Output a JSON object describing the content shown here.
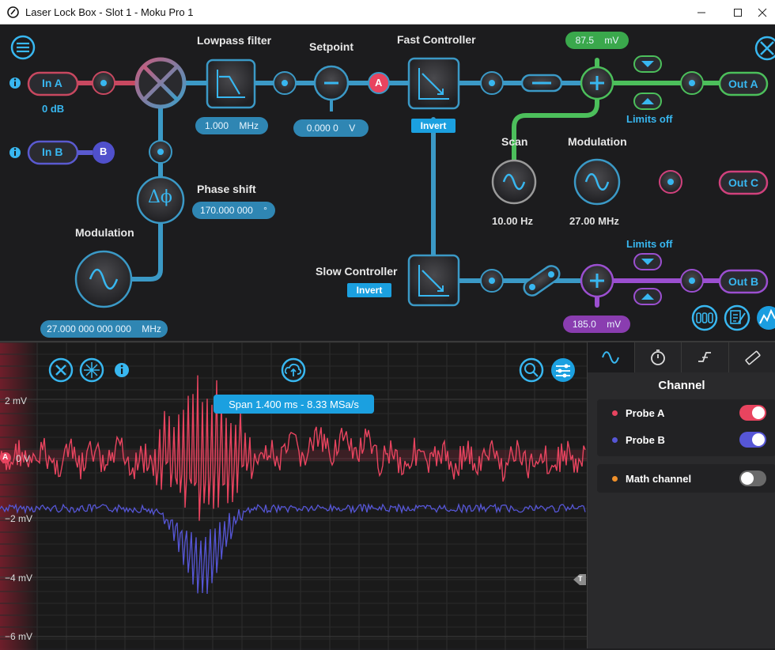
{
  "window": {
    "title": "Laser Lock Box - Slot 1 - Moku Pro 1"
  },
  "diagram": {
    "labels": {
      "lowpass": "Lowpass filter",
      "setpoint": "Setpoint",
      "fast": "Fast Controller",
      "phase": "Phase shift",
      "modulation_left": "Modulation",
      "scan": "Scan",
      "modulation_right": "Modulation",
      "slow": "Slow Controller"
    },
    "inputs": {
      "in_a": "In A",
      "in_b": "In B",
      "in_a_gain": "0 dB",
      "badge_a": "A",
      "badge_b": "B"
    },
    "outputs": {
      "out_a": "Out A",
      "out_b": "Out B",
      "out_c": "Out C"
    },
    "values": {
      "lowpass_freq": "1.000",
      "lowpass_unit": "MHz",
      "setpoint": "0.000 0",
      "setpoint_unit": "V",
      "phase": "170.000 000",
      "phase_unit": "°",
      "modulation_freq": "27.000 000 000 000",
      "modulation_unit": "MHz",
      "offset_a": "87.5",
      "offset_a_unit": "mV",
      "offset_b": "185.0",
      "offset_b_unit": "mV",
      "scan_freq": "10.00 Hz",
      "mod_out_freq": "27.00 MHz"
    },
    "buttons": {
      "invert_fast": "Invert",
      "invert_slow": "Invert"
    },
    "limits": {
      "a": "Limits off",
      "b": "Limits off"
    },
    "colors": {
      "accent": "#38b7f0",
      "red": "#d9435e",
      "green": "#4cbf5b",
      "purple": "#9b4fd0"
    }
  },
  "scope": {
    "span": "Span 1.400 ms - 8.33 MSa/s",
    "yticks": [
      "2 mV",
      "0 V",
      "−2 mV",
      "−4 mV",
      "−6 mV"
    ],
    "marker_a": "A",
    "trigger_marker": "T"
  },
  "panel": {
    "heading": "Channel",
    "channels": [
      {
        "name": "Probe A",
        "color": "#e8445f",
        "on": true
      },
      {
        "name": "Probe B",
        "color": "#5656d6",
        "on": true
      },
      {
        "name": "Math channel",
        "color": "#f0902a",
        "on": false
      }
    ]
  }
}
